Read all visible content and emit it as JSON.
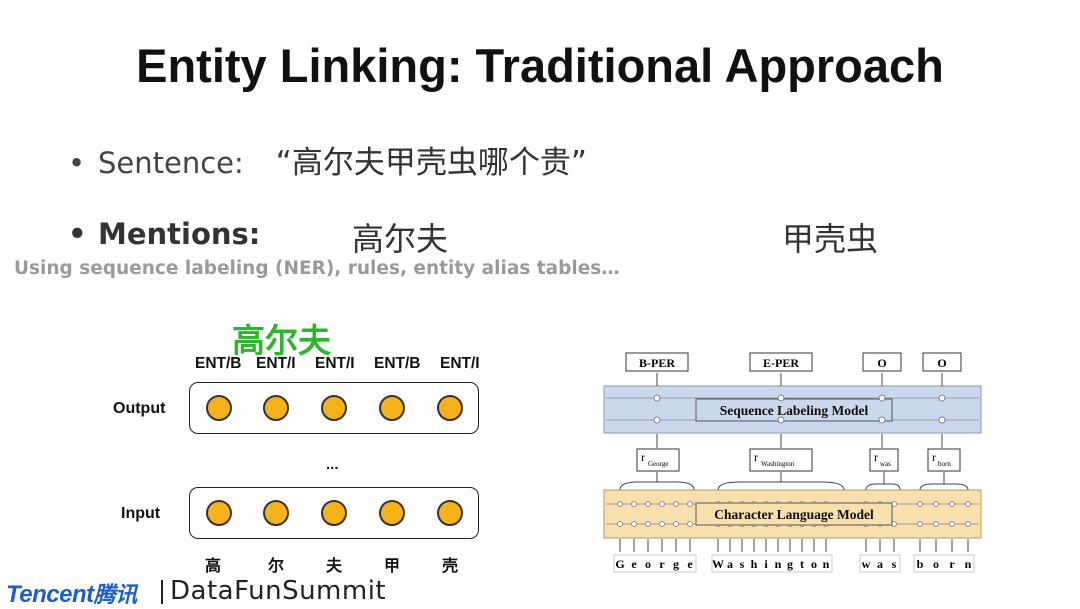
{
  "title": "Entity Linking: Traditional Approach",
  "bullets": {
    "dot": "•",
    "sentence_label": "Sentence:",
    "sentence_value": "“高尔夫甲壳虫哪个贵”",
    "mentions_label": "Mentions:",
    "mention_1": "高尔夫",
    "mention_2": "甲壳虫"
  },
  "note": "Using sequence labeling (NER), rules, entity alias tables…",
  "left_diagram": {
    "highlight": "高尔夫",
    "tags": [
      "ENT/B",
      "ENT/I",
      "ENT/I",
      "ENT/B",
      "ENT/I"
    ],
    "output_label": "Output",
    "input_label": "Input",
    "ellipsis": "...",
    "characters": [
      "高",
      "尔",
      "夫",
      "甲",
      "壳"
    ],
    "node_color": "#f6b21b"
  },
  "right_diagram": {
    "labels": [
      "B-PER",
      "E-PER",
      "O",
      "O"
    ],
    "seq_model": "Sequence Labeling Model",
    "char_model": "Character Language Model",
    "reps": [
      {
        "main": "r",
        "sub": "George"
      },
      {
        "main": "r",
        "sub": "Washington"
      },
      {
        "main": "r",
        "sub": "was"
      },
      {
        "main": "r",
        "sub": "born"
      }
    ],
    "characters": [
      "G",
      "e",
      "o",
      "r",
      "g",
      "e",
      "W",
      "a",
      "s",
      "h",
      "i",
      "n",
      "g",
      "t",
      "o",
      "n",
      "w",
      "a",
      "s",
      "b",
      "o",
      "r",
      "n"
    ],
    "seq_color": "#c9d8ec",
    "char_color": "#f8dfae"
  },
  "footer": {
    "brand": "Tencent",
    "brand_cn": "腾讯",
    "event": "DataFunSummit",
    "brand_color": "#1d5ec8"
  }
}
